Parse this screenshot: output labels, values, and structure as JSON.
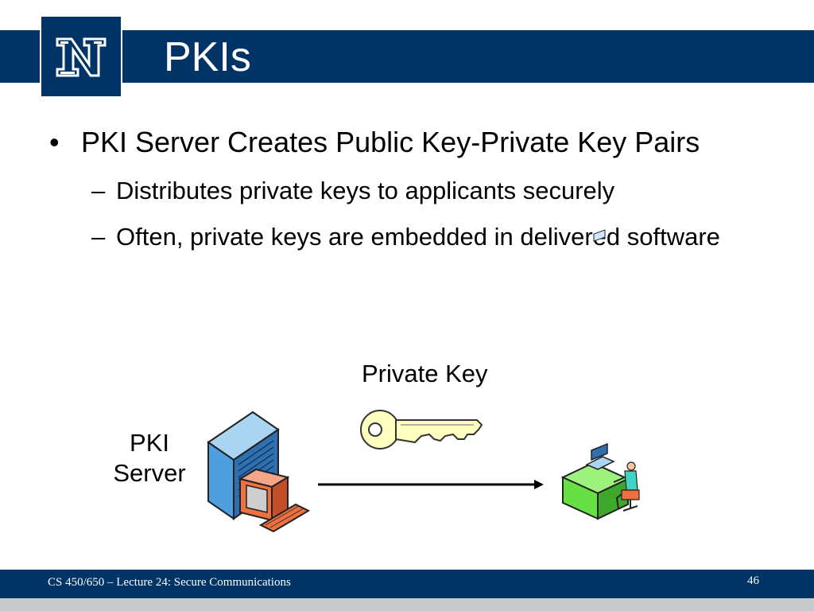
{
  "slide": {
    "title": "PKIs",
    "bullet": "PKI Server Creates Public Key-Private Key Pairs",
    "sub_bullets": [
      "Distributes private keys to applicants securely",
      "Often, private keys are embedded in delivered software"
    ],
    "bullet_marker": "•",
    "dash_marker": "–"
  },
  "diagram": {
    "key_label": "Private Key",
    "server_label_line1": "PKI",
    "server_label_line2": "Server"
  },
  "footer": {
    "course_text": "CS 450/650 – Lecture 24: Secure Communications",
    "page_number": "46"
  },
  "colors": {
    "brand_navy": "#003366",
    "key_yellow": "#ffffc0",
    "desk_green": "#66e044",
    "server_blue": "#4f9fdf",
    "monitor_orange": "#f07040"
  },
  "icons": [
    "nevada-n-logo-icon",
    "key-icon",
    "server-computer-icon",
    "desk-user-computer-icon",
    "arrow-right-icon"
  ]
}
